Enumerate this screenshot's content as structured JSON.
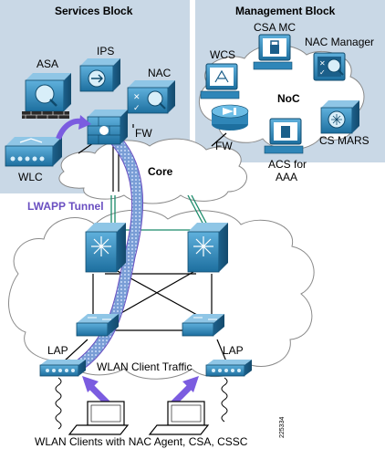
{
  "blocks": {
    "services_title": "Services Block",
    "management_title": "Management Block"
  },
  "labels": {
    "asa": "ASA",
    "ips": "IPS",
    "nac": "NAC",
    "fw_services": "FW",
    "wlc": "WLC",
    "wcs": "WCS",
    "csa_mc": "CSA MC",
    "nac_manager": "NAC Manager",
    "noc": "NoC",
    "fw_mgmt": "FW",
    "cs_mars": "CS MARS",
    "acs_line1": "ACS for",
    "acs_line2": "AAA",
    "core": "Core",
    "lwapp_tunnel": "LWAPP Tunnel",
    "lap_left": "LAP",
    "lap_right": "LAP",
    "wlan_client_traffic": "WLAN Client Traffic",
    "clients_caption": "WLAN Clients with NAC Agent, CSA, CSSC",
    "figure_id": "225334"
  },
  "colors": {
    "block_bg": "#c9d8e6",
    "device_blue": "#2f86b8",
    "device_dark": "#1b5f8a",
    "cloud_line": "#8a8a8a",
    "tunnel": "#6a4fc1",
    "arrow": "#7b5ce0",
    "link_green": "#1a8a6a"
  }
}
